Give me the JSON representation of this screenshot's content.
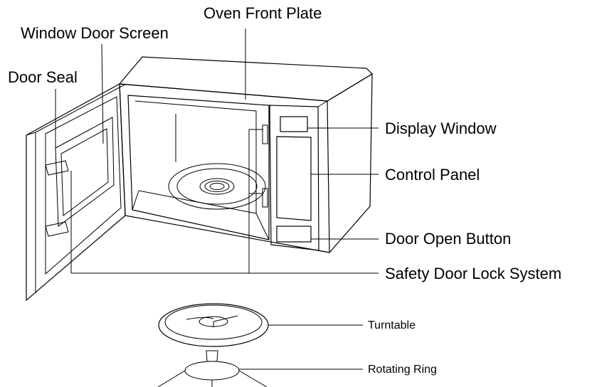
{
  "labels": {
    "oven_front_plate": "Oven Front Plate",
    "window_door_screen": "Window Door Screen",
    "door_seal": "Door Seal",
    "display_window": "Display Window",
    "control_panel": "Control Panel",
    "door_open_button": "Door Open Button",
    "safety_door_lock_system": "Safety Door Lock System",
    "turntable": "Turntable",
    "rotating_ring": "Rotating Ring"
  },
  "colors": {
    "line": "#000000",
    "background": "#ffffff"
  }
}
